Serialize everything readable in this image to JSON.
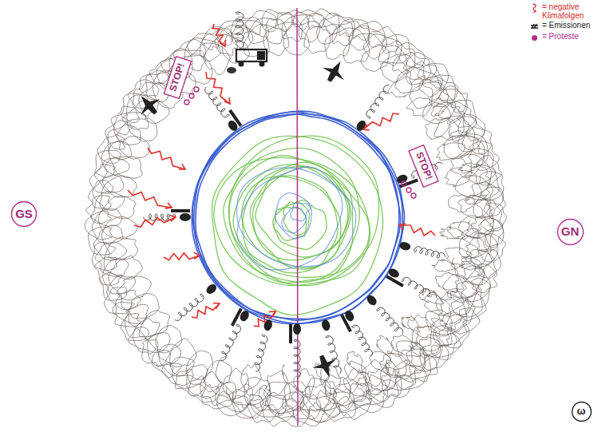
{
  "diagram": {
    "nodes": [
      {
        "text": [
          "STOP!"
        ]
      },
      {
        "text": [
          "STOP!"
        ]
      },
      {
        "text": [
          "GS"
        ]
      },
      {
        "text": [
          "GN"
        ]
      },
      {
        "text": [
          "ω"
        ]
      }
    ],
    "legend": [
      {
        "text": "= negative Klimafolgen"
      },
      {
        "text": "= Emissionen"
      },
      {
        "text": "= Proteste",
        "color": "#b0308a"
      }
    ]
  }
}
